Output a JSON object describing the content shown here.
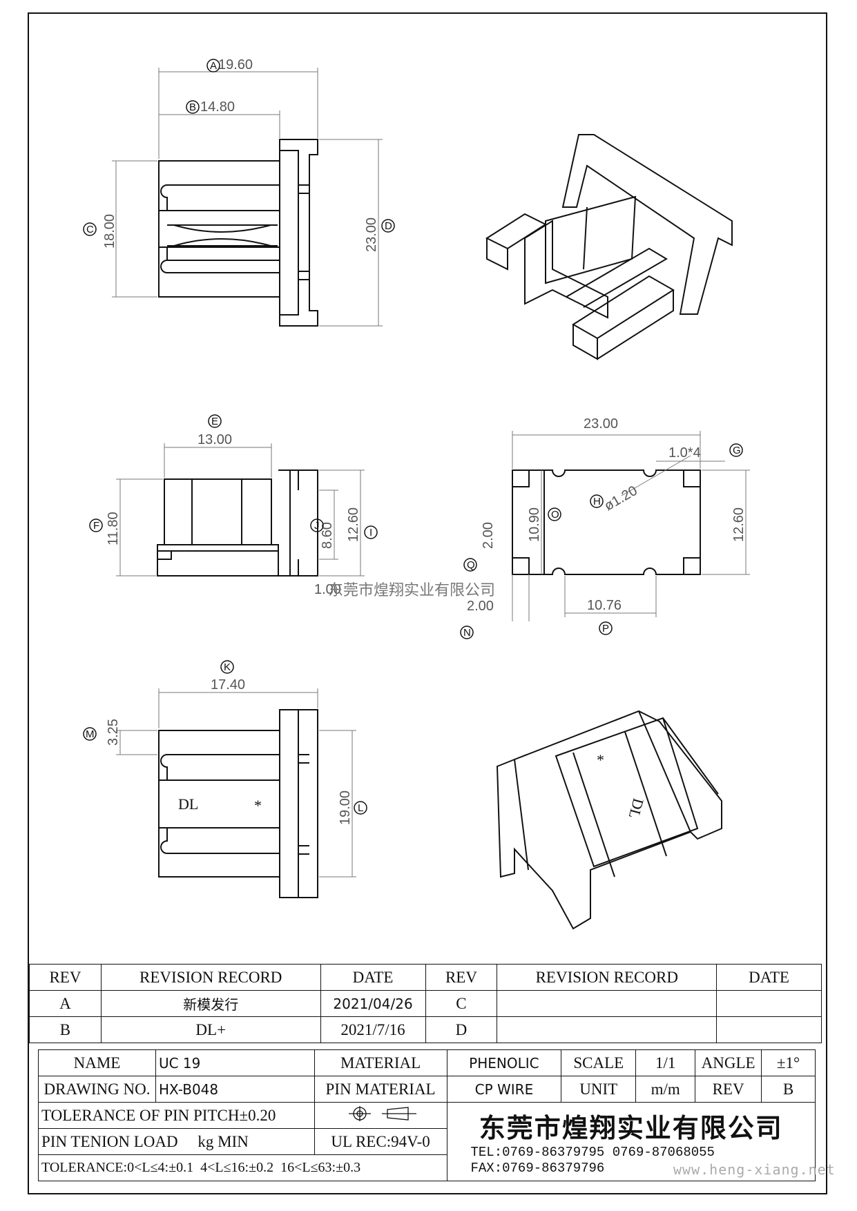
{
  "watermark": {
    "center_text": "东莞市煌翔实业有限公司",
    "site": "www.heng-xiang.net"
  },
  "drawing": {
    "top_view": {
      "dims": {
        "A": "19.60",
        "B": "14.80",
        "C": "18.00",
        "D": "23.00"
      },
      "callouts": [
        "A",
        "B",
        "C",
        "D"
      ]
    },
    "side_view": {
      "dims": {
        "E": "13.00",
        "F": "11.80",
        "I": "12.60",
        "J": "8.60",
        "L_small": "1.00"
      },
      "callouts": [
        "E",
        "F",
        "I",
        "J"
      ]
    },
    "bottom_view": {
      "dims": {
        "total": "23.00",
        "G": "1.0*4",
        "H": "ø1.20",
        "O": "10.90",
        "height": "12.60",
        "Q": "2.00",
        "N": "2.00",
        "P": "10.76"
      },
      "callouts": [
        "G",
        "H",
        "O",
        "Q",
        "N",
        "P"
      ]
    },
    "lower_view": {
      "dims": {
        "K": "17.40",
        "M": "3.25",
        "L": "19.00"
      },
      "callouts": [
        "K",
        "M",
        "L"
      ],
      "marks": {
        "dl": "DL",
        "star": "*"
      }
    }
  },
  "revision_table": {
    "headers": [
      "REV",
      "REVISION RECORD",
      "DATE",
      "REV",
      "REVISION RECORD",
      "DATE"
    ],
    "rows": [
      [
        "A",
        "新模发行",
        "2021/04/26",
        "C",
        "",
        ""
      ],
      [
        "B",
        "DL+",
        "2021/7/16",
        "D",
        "",
        ""
      ]
    ]
  },
  "title_block": {
    "name_label": "NAME",
    "name_value": "UC 19",
    "material_label": "MATERIAL",
    "material_value": "PHENOLIC",
    "scale_label": "SCALE",
    "scale_value": "1/1",
    "angle_label": "ANGLE",
    "angle_value": "±1°",
    "drawing_no_label": "DRAWING NO.",
    "drawing_no_value": "HX-B048",
    "pin_material_label": "PIN MATERIAL",
    "pin_material_value": "CP WIRE",
    "unit_label": "UNIT",
    "unit_value": "m/m",
    "rev_label": "REV",
    "rev_value": "B",
    "tol_pitch": "TOLERANCE OF PIN PITCH±0.20",
    "pin_tension": "PIN TENION LOAD     kg MIN",
    "ul_rec": "UL REC:94V-0",
    "tolerance": "TOLERANCE:0<L≤4:±0.1  4<L≤16:±0.2  16<L≤63:±0.3",
    "company": "东莞市煌翔实业有限公司",
    "tel": "TEL:0769-86379795    0769-87068055",
    "fax": "FAX:0769-86379796"
  }
}
